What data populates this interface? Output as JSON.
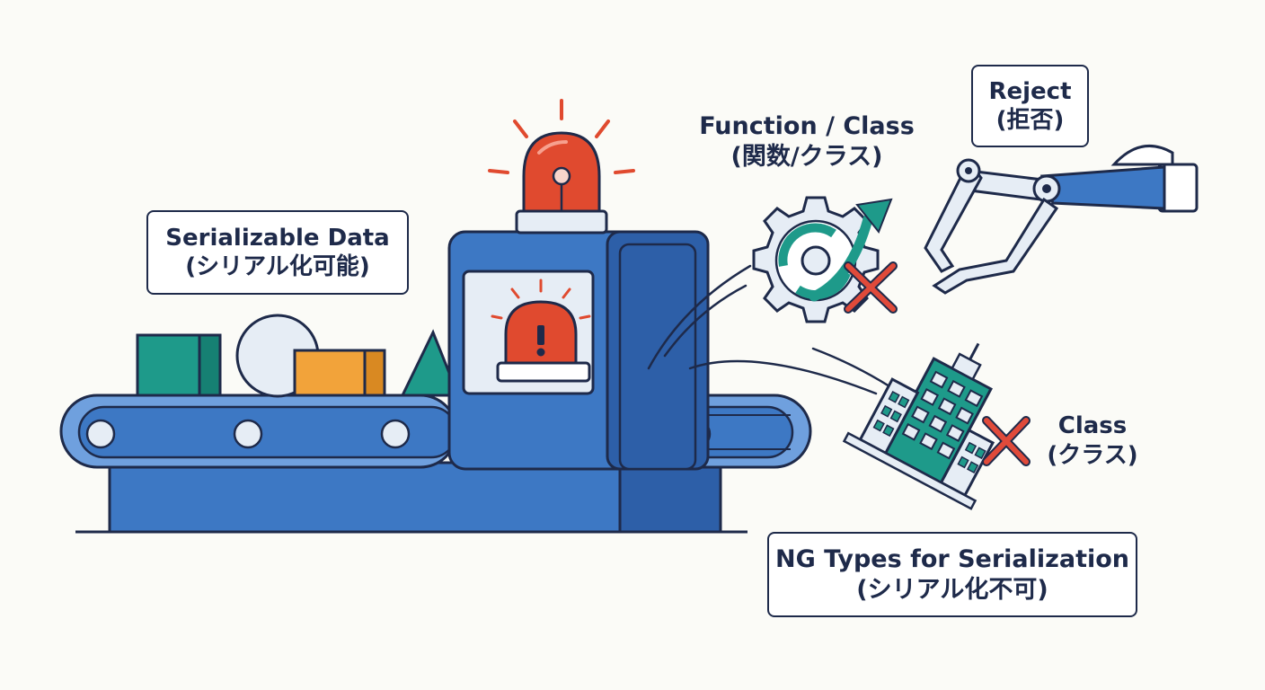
{
  "labels": {
    "serializable": {
      "line1": "Serializable Data",
      "line2": "(シリアル化可能)"
    },
    "function_class": {
      "line1": "Function / Class",
      "line2": "(関数/クラス)"
    },
    "reject": {
      "line1": "Reject",
      "line2": "(拒否)"
    },
    "class": {
      "line1": "Class",
      "line2": "(クラス)"
    },
    "ng_types": {
      "line1": "NG Types for Serialization",
      "line2": "(シリアル化不可)"
    }
  },
  "colors": {
    "outline": "#1e2a4a",
    "machine_blue": "#3d78c4",
    "machine_dark": "#2d5fa8",
    "belt_light": "#6fa0de",
    "alarm_red": "#e04a2f",
    "teal": "#1e9a8a",
    "orange": "#f2a33a",
    "light_gray": "#e6edf5",
    "reject_x": "#e04a3a"
  },
  "icons": {
    "alarm": "siren-icon",
    "gear": "gear-icon",
    "building": "building-icon",
    "reject_mark": "x-mark-icon",
    "robot_arm": "robot-gripper-icon"
  }
}
